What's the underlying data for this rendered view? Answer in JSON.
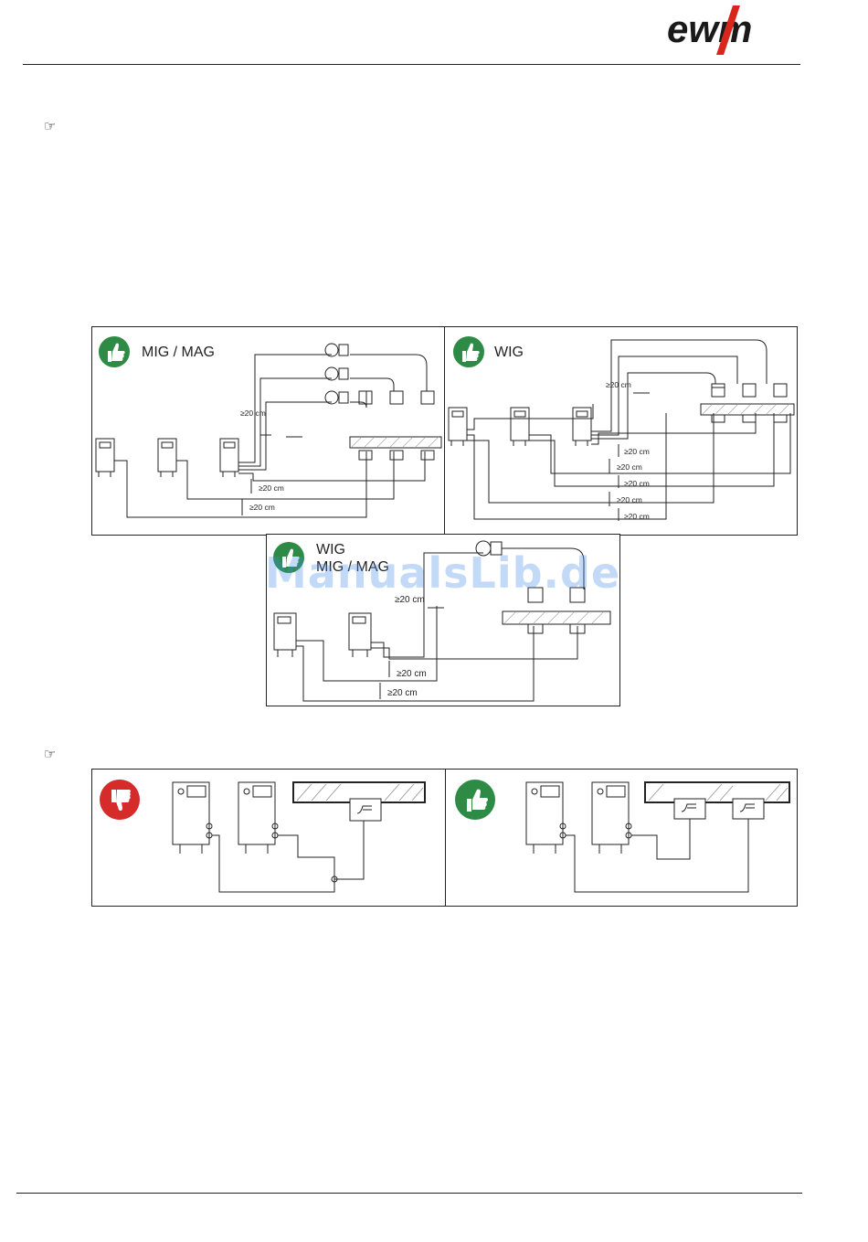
{
  "header": {
    "logo_text": "ewm",
    "logo_colors": {
      "text": "#1a1a1a",
      "slash": "#d9261c"
    }
  },
  "notes": {
    "icon_1": "hand-pointer-icon",
    "icon_2": "hand-pointer-icon"
  },
  "diagrams": {
    "mig_mag": {
      "title": "MIG / MAG",
      "rating": "thumbs-up",
      "dims": [
        "≥20 cm",
        "≥20 cm",
        "≥20 cm"
      ]
    },
    "wig": {
      "title": "WIG",
      "rating": "thumbs-up",
      "dims": [
        "≥20 cm",
        "≥20 cm",
        "≥20 cm",
        "≥20 cm",
        "≥20 cm",
        "≥20 cm"
      ]
    },
    "wig_mig": {
      "title_line1": "WIG",
      "title_line2": "MIG / MAG",
      "rating": "thumbs-up",
      "dims": [
        "≥20 cm",
        "≥20 cm",
        "≥20 cm"
      ]
    },
    "wrong": {
      "rating": "thumbs-down"
    },
    "right": {
      "rating": "thumbs-up"
    }
  },
  "colors": {
    "good": "#2e8b45",
    "bad": "#d62b2b",
    "hatch": "#777777"
  },
  "watermark": "ManualsLib.de"
}
